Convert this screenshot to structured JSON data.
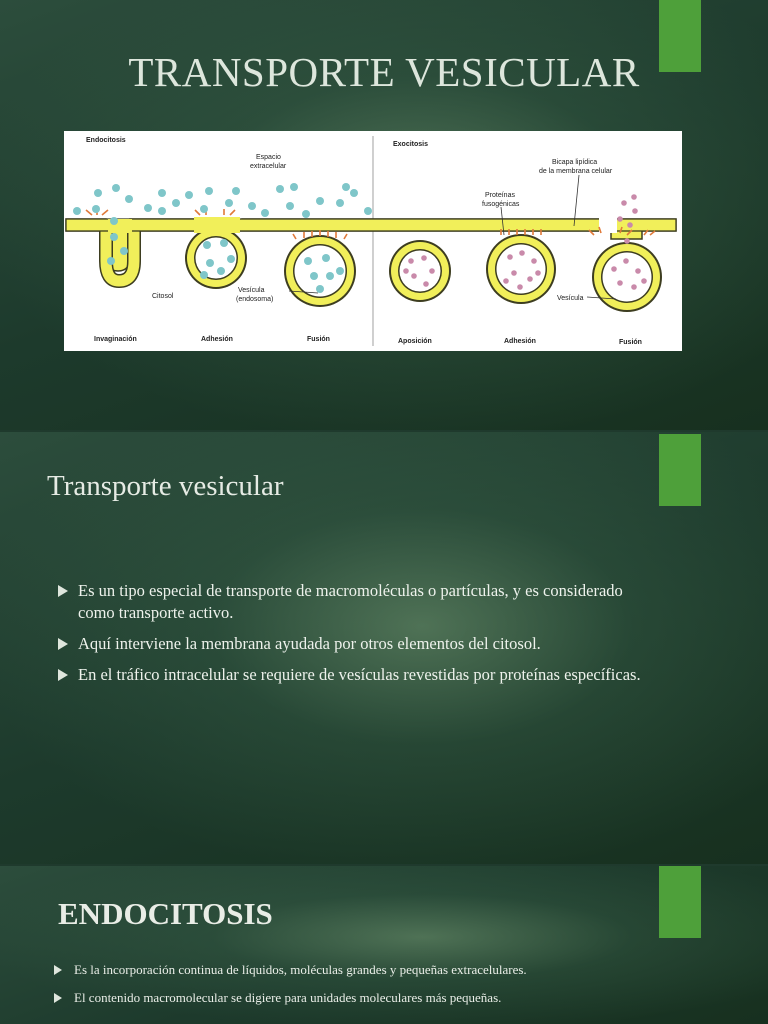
{
  "slide1": {
    "title": "TRANSPORTE VESICULAR",
    "diagram": {
      "endocitosis": "Endocitosis",
      "exocitosis": "Exocitosis",
      "espacio1": "Espacio",
      "espacio2": "extracelular",
      "bicapa1": "Bicapa lipídica",
      "bicapa2": "de la membrana celular",
      "proteinas1": "Proteínas",
      "proteinas2": "fusogénicas",
      "citosol": "Citosol",
      "vesicula_endo1": "Vesícula",
      "vesicula_endo2": "(endosoma)",
      "vesicula_exo": "Vesícula",
      "steps": [
        "Invaginación",
        "Adhesión",
        "Fusión",
        "Aposición",
        "Adhesión",
        "Fusión"
      ]
    },
    "colors": {
      "membrane": "#f1ef5a",
      "membrane_edge": "#3d3d20",
      "endo_dot": "#7fc6c9",
      "exo_dot": "#c98aaa",
      "protein": "#e07a3a"
    }
  },
  "slide2": {
    "title": "Transporte vesicular",
    "bullets": [
      "Es un tipo especial de transporte de macromoléculas o partículas, y es considerado como transporte activo.",
      "Aquí interviene la membrana ayudada por otros elementos del citosol.",
      "En el tráfico intracelular se requiere de vesículas revestidas por proteínas específicas."
    ]
  },
  "slide3": {
    "title": "ENDOCITOSIS",
    "bullets": [
      "Es la incorporación continua de líquidos, moléculas grandes y pequeñas extracelulares.",
      "El contenido macromolecular se digiere para unidades moleculares más pequeñas."
    ]
  },
  "accent_color": "#4ea03a"
}
